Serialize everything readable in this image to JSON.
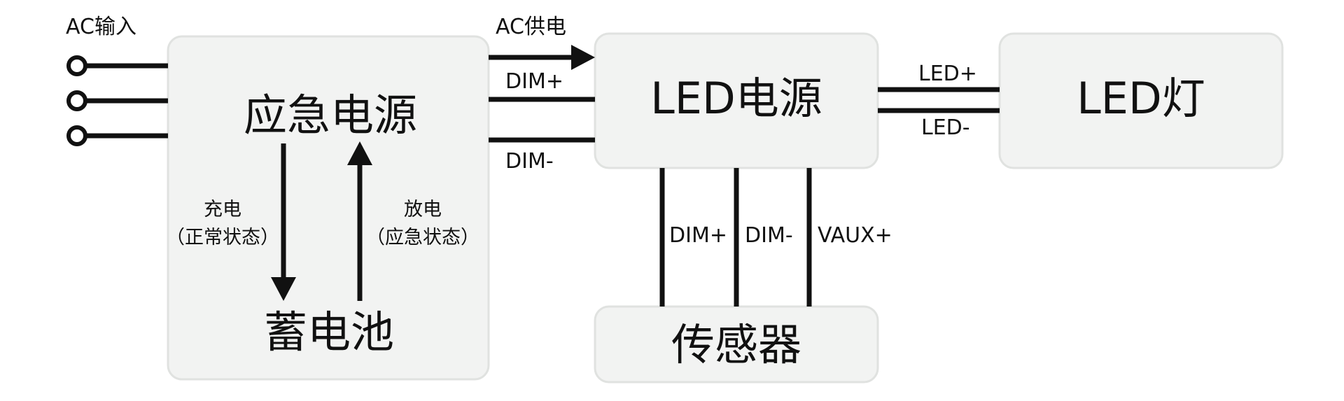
{
  "ac_input": {
    "label": "AC输入",
    "terminal_count": 3
  },
  "emergency_power": {
    "title": "应急电源",
    "battery": "蓄电池",
    "charge": {
      "label": "充电",
      "note": "（正常状态）"
    },
    "discharge": {
      "label": "放电",
      "note": "（应急状态）"
    }
  },
  "links": {
    "ac_supply": "AC供电",
    "dim_plus": "DIM+",
    "dim_minus": "DIM-"
  },
  "led_driver": {
    "title": "LED电源"
  },
  "led_lamp": {
    "title": "LED灯",
    "led_plus": "LED+",
    "led_minus": "LED-"
  },
  "sensor": {
    "title": "传感器",
    "dim_plus": "DIM+",
    "dim_minus": "DIM-",
    "vaux_plus": "VAUX+"
  },
  "colors": {
    "box_fill": "#f2f3f2",
    "line": "#111111"
  }
}
